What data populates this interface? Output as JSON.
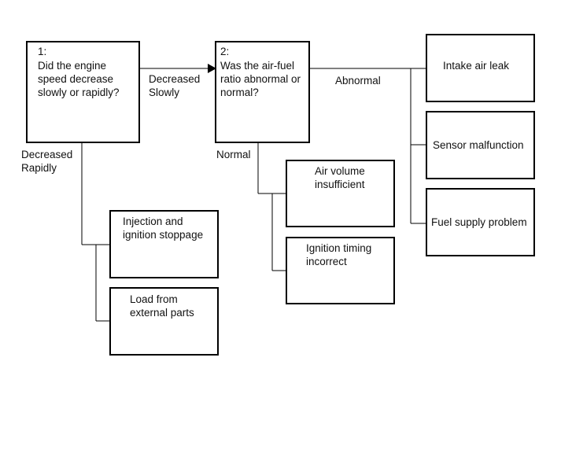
{
  "q1": {
    "number": "1:",
    "text": "Did the engine\nspeed decrease\nslowly or rapidly?"
  },
  "q2": {
    "number": "2:",
    "text": "Was the air-fuel\nratio abnormal or\nnormal?"
  },
  "edges": {
    "slowly": "Decreased\nSlowly",
    "rapidly": "Decreased\nRapidly",
    "abnormal": "Abnormal",
    "normal": "Normal"
  },
  "results": {
    "intake_air_leak": "Intake air leak",
    "sensor_malfunction": "Sensor malfunction",
    "fuel_supply_problem": "Fuel supply problem",
    "air_volume_insufficient": "Air volume\ninsufficient",
    "ignition_timing_incorrect": "Ignition timing\nincorrect",
    "injection_ignition_stoppage": "Injection and\nignition stoppage",
    "load_external_parts": "Load from\nexternal parts"
  }
}
